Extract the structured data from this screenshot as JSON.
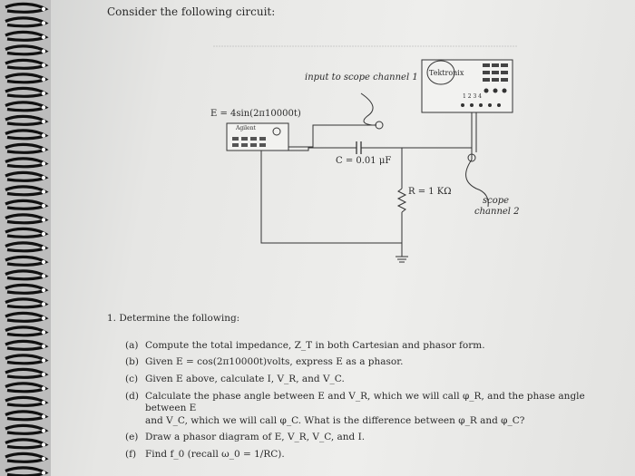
{
  "title": "Consider the following circuit:",
  "circuit": {
    "scope_input_label": "input to scope channel 1",
    "oscilloscope_brand": "Tektronix",
    "oscilloscope_ports": "1 2 3 4",
    "source_label": "E = 4sin(2π10000t)",
    "generator_brand": "Agilent",
    "capacitor_label": "C = 0.01 μF",
    "resistor_label": "R = 1 KΩ",
    "scope_channel2_label_line1": "scope",
    "scope_channel2_label_line2": "channel 2"
  },
  "questions": {
    "heading": "1. Determine the following:",
    "items": [
      {
        "label": "(a)",
        "text": "Compute the total impedance, Z_T in both Cartesian and phasor form."
      },
      {
        "label": "(b)",
        "text": "Given E = cos(2π10000t)volts, express E as a phasor."
      },
      {
        "label": "(c)",
        "text": "Given E above, calculate I, V_R, and V_C."
      },
      {
        "label": "(d)",
        "text": "Calculate the phase angle between E and V_R, which we will call φ_R, and the phase angle between E",
        "cont": "and V_C, which we will call φ_C. What is the difference between φ_R and φ_C?"
      },
      {
        "label": "(e)",
        "text": "Draw a phasor diagram of E, V_R, V_C, and I."
      },
      {
        "label": "(f)",
        "text": "Find f_0 (recall ω_0 = 1/RC)."
      }
    ]
  }
}
